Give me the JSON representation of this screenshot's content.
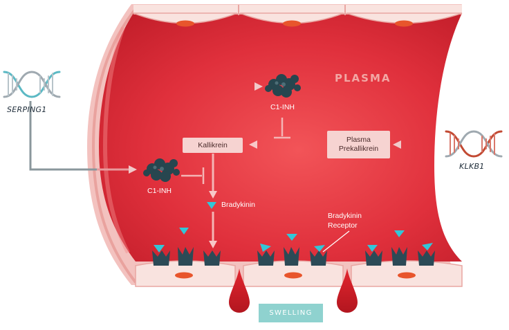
{
  "labels": {
    "plasma": "PLASMA",
    "serping1": "SERPING1",
    "klkb1": "KLKB1",
    "c1inh_top": "C1-INH",
    "c1inh_bottom": "C1-INH",
    "kallikrein": "Kallikrein",
    "plasma_prekallikrein_line1": "Plasma",
    "plasma_prekallikrein_line2": "Prekallikrein",
    "bradykinin": "Bradykinin",
    "bradykinin_receptor_line1": "Bradykinin",
    "bradykinin_receptor_line2": "Receptor",
    "swelling": "SWELLING"
  },
  "colors": {
    "vessel_red": "#e0303c",
    "vessel_dark": "#c8202b",
    "vessel_wall": "#f3c2bf",
    "cell_fill": "#f9e3df",
    "nucleus": "#e8552c",
    "receptor": "#2c4a56",
    "bradykinin": "#33c6d8",
    "protein": "#27464f",
    "swelling_bg": "#8fd2cf",
    "dna_left": "#5bb9c4",
    "dna_right": "#c24a33"
  }
}
